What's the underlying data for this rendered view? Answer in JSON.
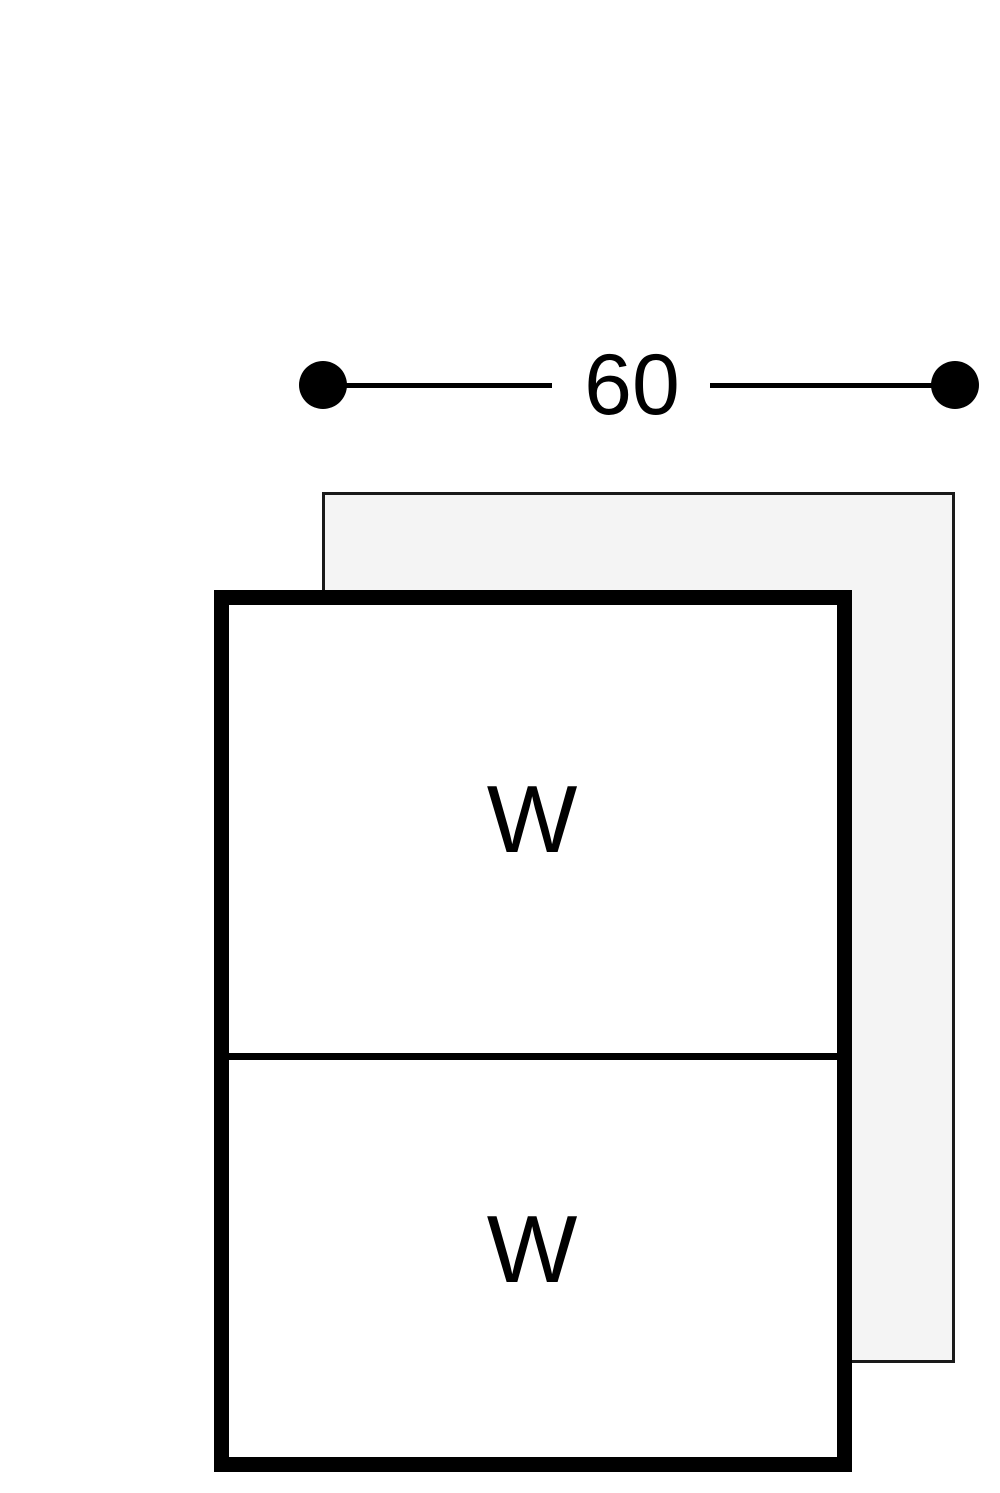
{
  "drawing": {
    "type": "elevation-diagram",
    "background_color": "#ffffff",
    "line_color": "#000000",
    "panel_fill_color": "#f4f4f4",
    "unit_fill_color": "#ffffff"
  },
  "dimension": {
    "name": "width-dimension",
    "value": "60",
    "left_marker": "dimension-endpoint-dot",
    "right_marker": "dimension-endpoint-dot",
    "left_extension_label": "",
    "right_extension_label": ""
  },
  "back_panel": {
    "name": "back-panel",
    "label": "",
    "fill": "#f4f4f4"
  },
  "unit": {
    "name": "window-unit",
    "cells": [
      {
        "label": "W",
        "name": "upper-sash"
      },
      {
        "label": "W",
        "name": "lower-sash"
      }
    ]
  }
}
